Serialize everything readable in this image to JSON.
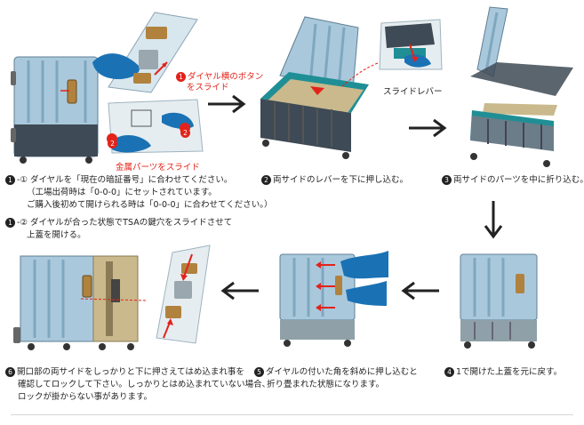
{
  "colors": {
    "shell": "#a9c8dc",
    "shell_dark": "#7fa7c0",
    "frame_teal": "#1f8f95",
    "body_dark": "#3e4a55",
    "interior": "#c9b98c",
    "accent_red": "#e2231a",
    "hand_blue": "#1a72b5"
  },
  "callouts": {
    "dial_button": [
      "ダイヤル横のボタン",
      "をスライド"
    ],
    "slide_metal": "金属パーツをスライド",
    "slide_lever": "スライドレバー"
  },
  "step1": {
    "num1": "1",
    "line1": "-① ダイヤルを「現在の暗証番号」に合わせてください。",
    "line2": "（工場出荷時は「0-0-0」にセットされています。",
    "line3": "ご購入後初めて開けられる時は「0-0-0」に合わせてください。）",
    "num2": "1",
    "line4": "-② ダイヤルが合った状態でTSAの鍵穴をスライドさせて",
    "line5": "上蓋を開ける。"
  },
  "step2": {
    "num": "2",
    "text": "両サイドのレバーを下に押し込む。"
  },
  "step3": {
    "num": "3",
    "text": "両サイドのパーツを中に折り込む。"
  },
  "step4": {
    "num": "4",
    "text": "1で開けた上蓋を元に戻す。"
  },
  "step5": {
    "num": "5",
    "line1": "ダイヤルの付いた角を斜めに押し込むと",
    "line2": "折り畳まれた状態になります。"
  },
  "step6": {
    "num": "6",
    "line1": "開口部の両サイドをしっかりと下に押さえてはめ込まれ事を",
    "line2": "確認してロックして下さい。しっかりとはめ込まれていない場合、",
    "line3": "ロックが掛からない事があります。"
  },
  "badges": {
    "b1": "1",
    "b2": "2",
    "b2b": "2"
  }
}
